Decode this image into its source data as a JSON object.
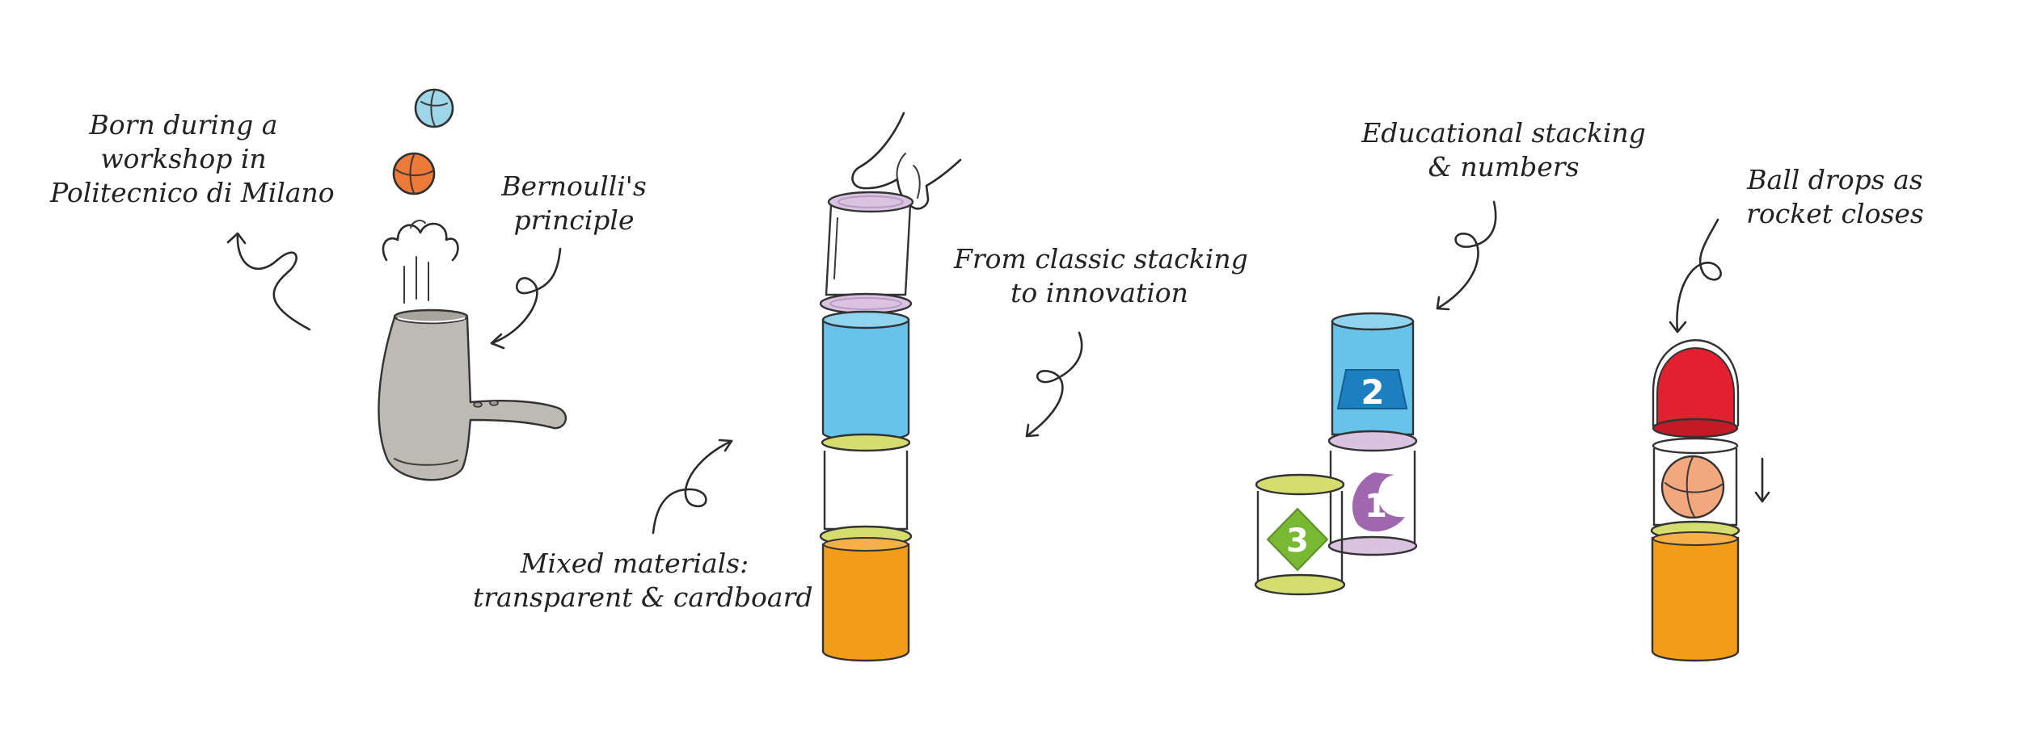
{
  "annotations": {
    "born": [
      "Born during a",
      "workshop in",
      "Politecnico di Milano"
    ],
    "bernoulli": [
      "Bernoulli's",
      "principle"
    ],
    "classic": [
      "From classic stacking",
      "to innovation"
    ],
    "mixed": [
      "Mixed materials:",
      "transparent & cardboard"
    ],
    "educational": [
      "Educational stacking",
      "& numbers"
    ],
    "ball_drops": [
      "Ball drops as",
      "rocket closes"
    ]
  },
  "number_labels": {
    "one": "1",
    "two": "2",
    "three": "3"
  },
  "colors": {
    "blue": "#67c3e9",
    "orange": "#f39c1a",
    "lilac": "#d9c3e0",
    "lime": "#d5dd6f",
    "red": "#e2202f",
    "dryer": "#bdbab4",
    "ball_blue": "#9dd6e6",
    "ball_orange": "#ee7a3a",
    "ball_peach": "#f3a77c",
    "badge_blue": "#1c7fc0",
    "badge_purple": "#a066ae",
    "badge_green": "#78b833"
  }
}
